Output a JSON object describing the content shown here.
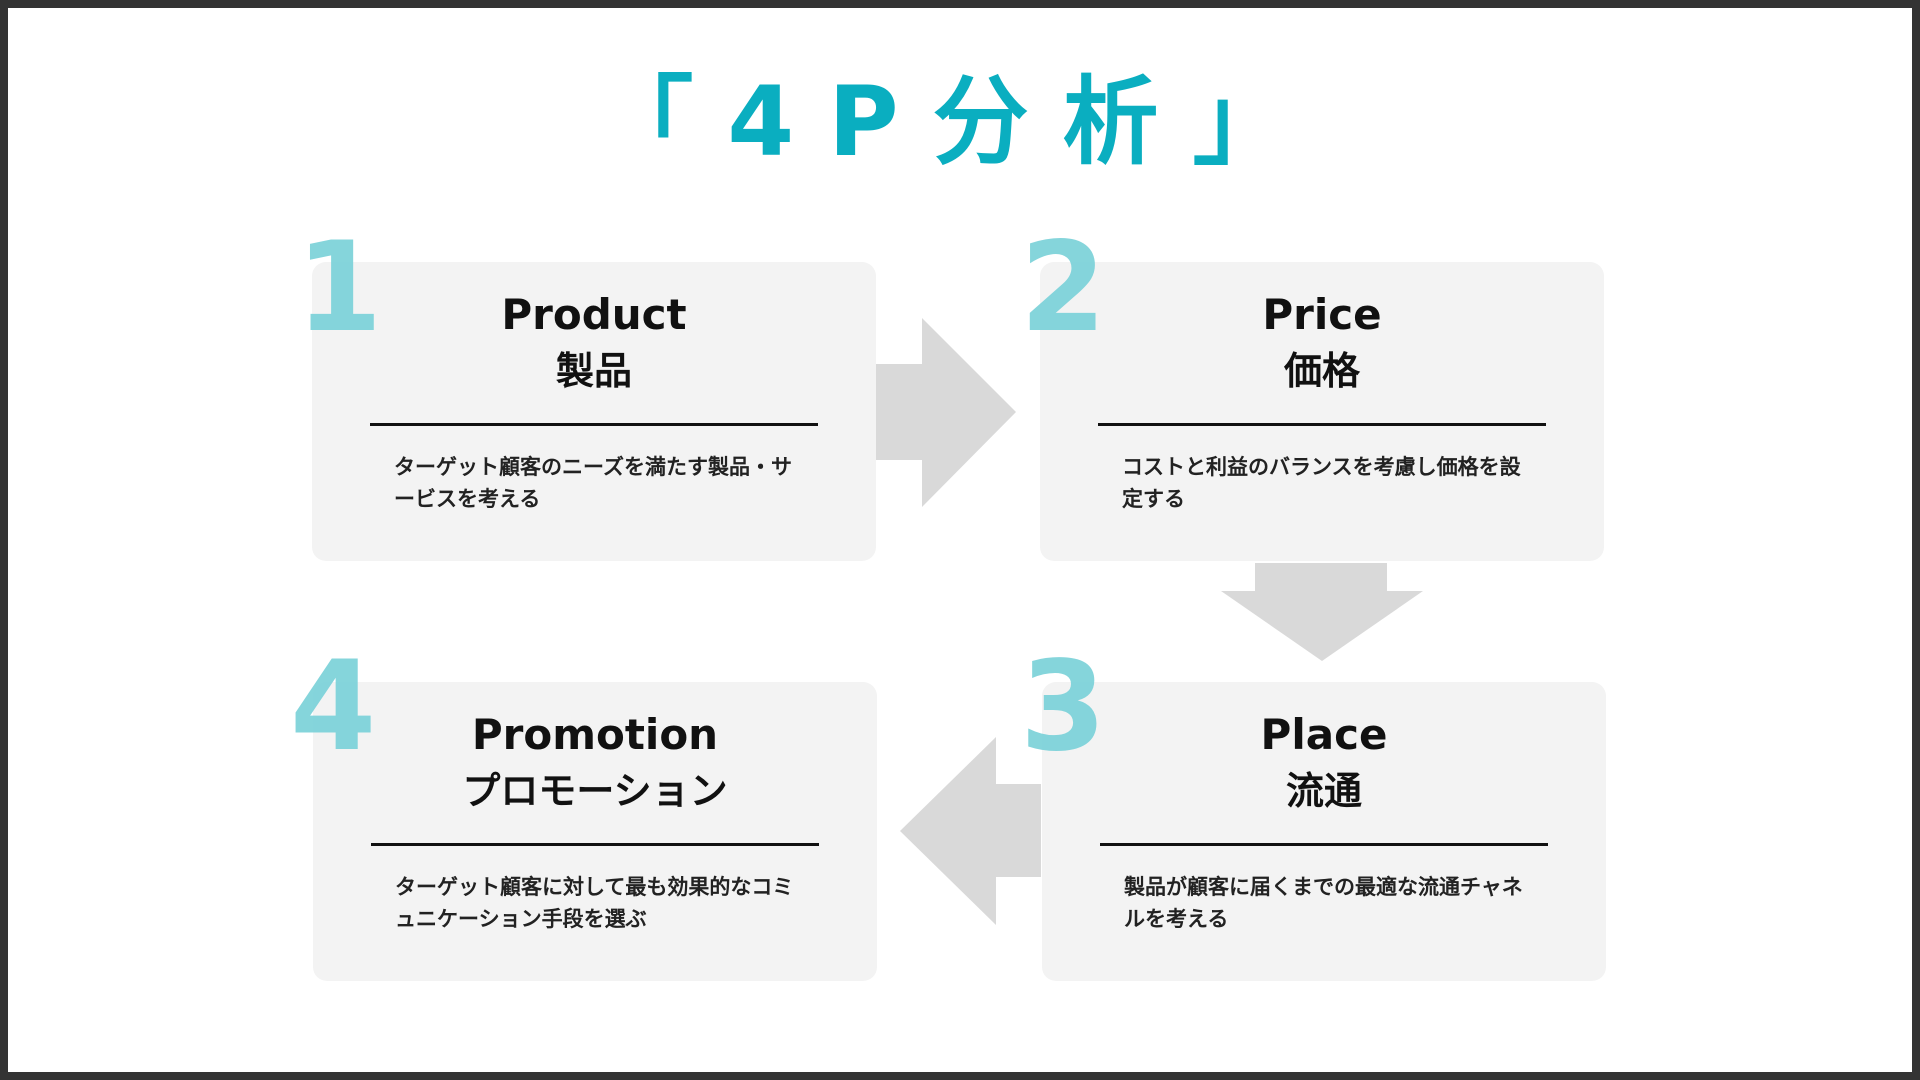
{
  "title": "「4P分析」",
  "colors": {
    "accent": "#0aaec0",
    "number": "#7fd3da",
    "card": "#f3f3f3",
    "arrow": "#d9d9d9"
  },
  "cards": [
    {
      "number": "1",
      "en": "Product",
      "jp": "製品",
      "desc": "ターゲット顧客のニーズを満たす製品・サービスを考える"
    },
    {
      "number": "2",
      "en": "Price",
      "jp": "価格",
      "desc": "コストと利益のバランスを考慮し価格を設定する"
    },
    {
      "number": "3",
      "en": "Place",
      "jp": "流通",
      "desc": "製品が顧客に届くまでの最適な流通チャネルを考える"
    },
    {
      "number": "4",
      "en": "Promotion",
      "jp": "プロモーション",
      "desc": "ターゲット顧客に対して最も効果的なコミュニケーション手段を選ぶ"
    }
  ]
}
